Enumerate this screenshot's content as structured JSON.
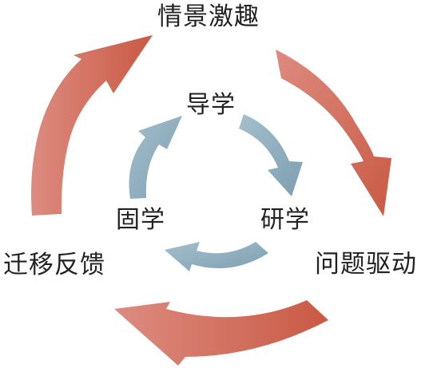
{
  "outer_cycle": {
    "stages": [
      {
        "id": "top",
        "label": "情景激趣"
      },
      {
        "id": "right",
        "label": "问题驱动"
      },
      {
        "id": "left",
        "label": "迁移反馈"
      }
    ],
    "color_start": "#dd8b80",
    "color_end": "#c95a44"
  },
  "inner_cycle": {
    "stages": [
      {
        "id": "top",
        "label": "导学"
      },
      {
        "id": "right",
        "label": "研学"
      },
      {
        "id": "left",
        "label": "固学"
      }
    ],
    "color_start": "#a4bfcc",
    "color_end": "#7d9fb1"
  },
  "text_color": "#222222",
  "background": "#ffffff"
}
